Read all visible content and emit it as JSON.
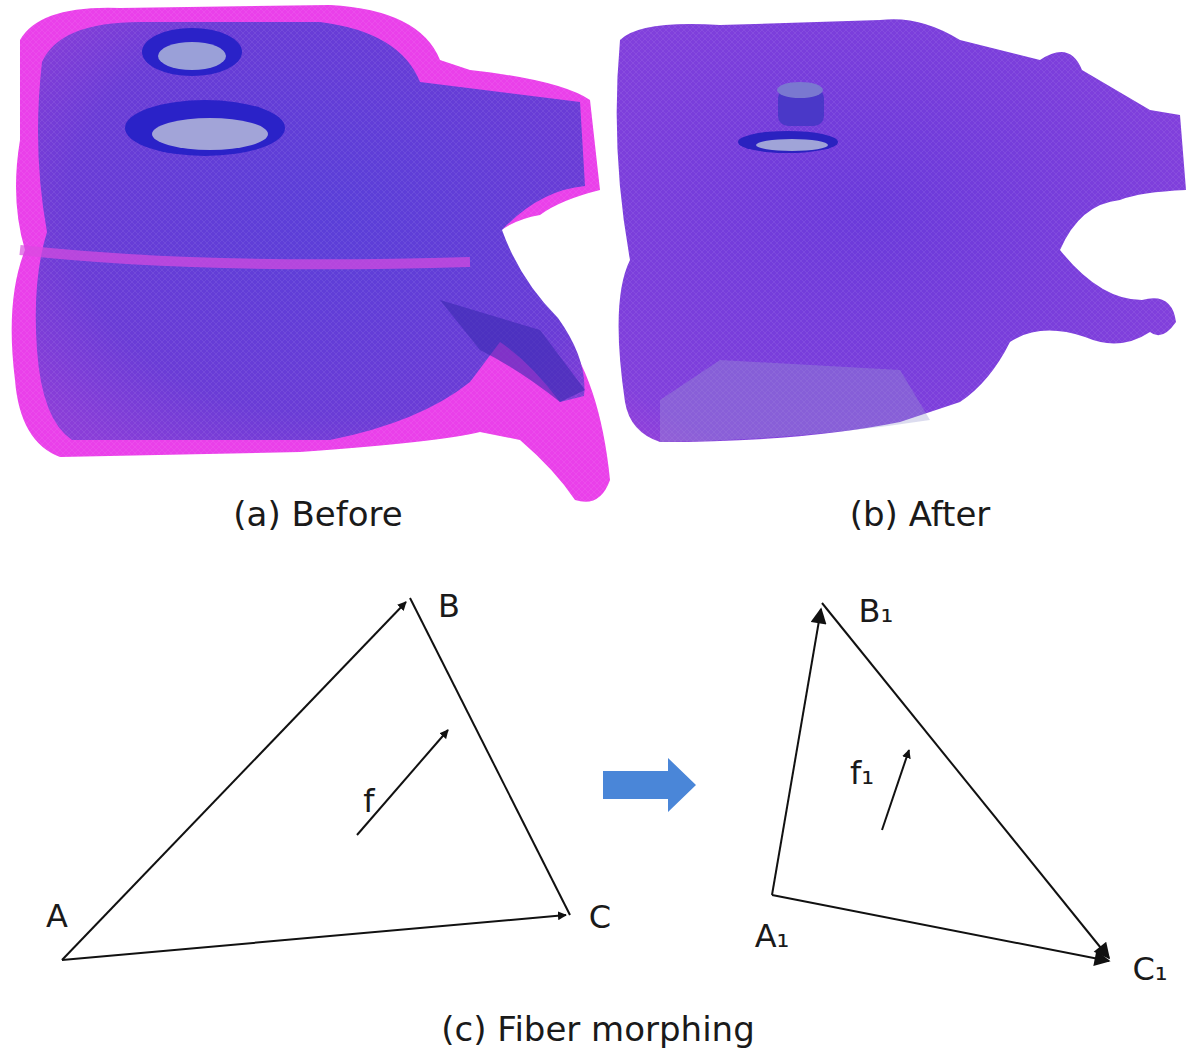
{
  "diagram": {
    "labels": [
      "(a) Before",
      "(b) After",
      "A",
      "B",
      "C",
      "f",
      "A₁",
      "B₁",
      "C₁",
      "f₁",
      "(c) Fiber morphing"
    ]
  }
}
